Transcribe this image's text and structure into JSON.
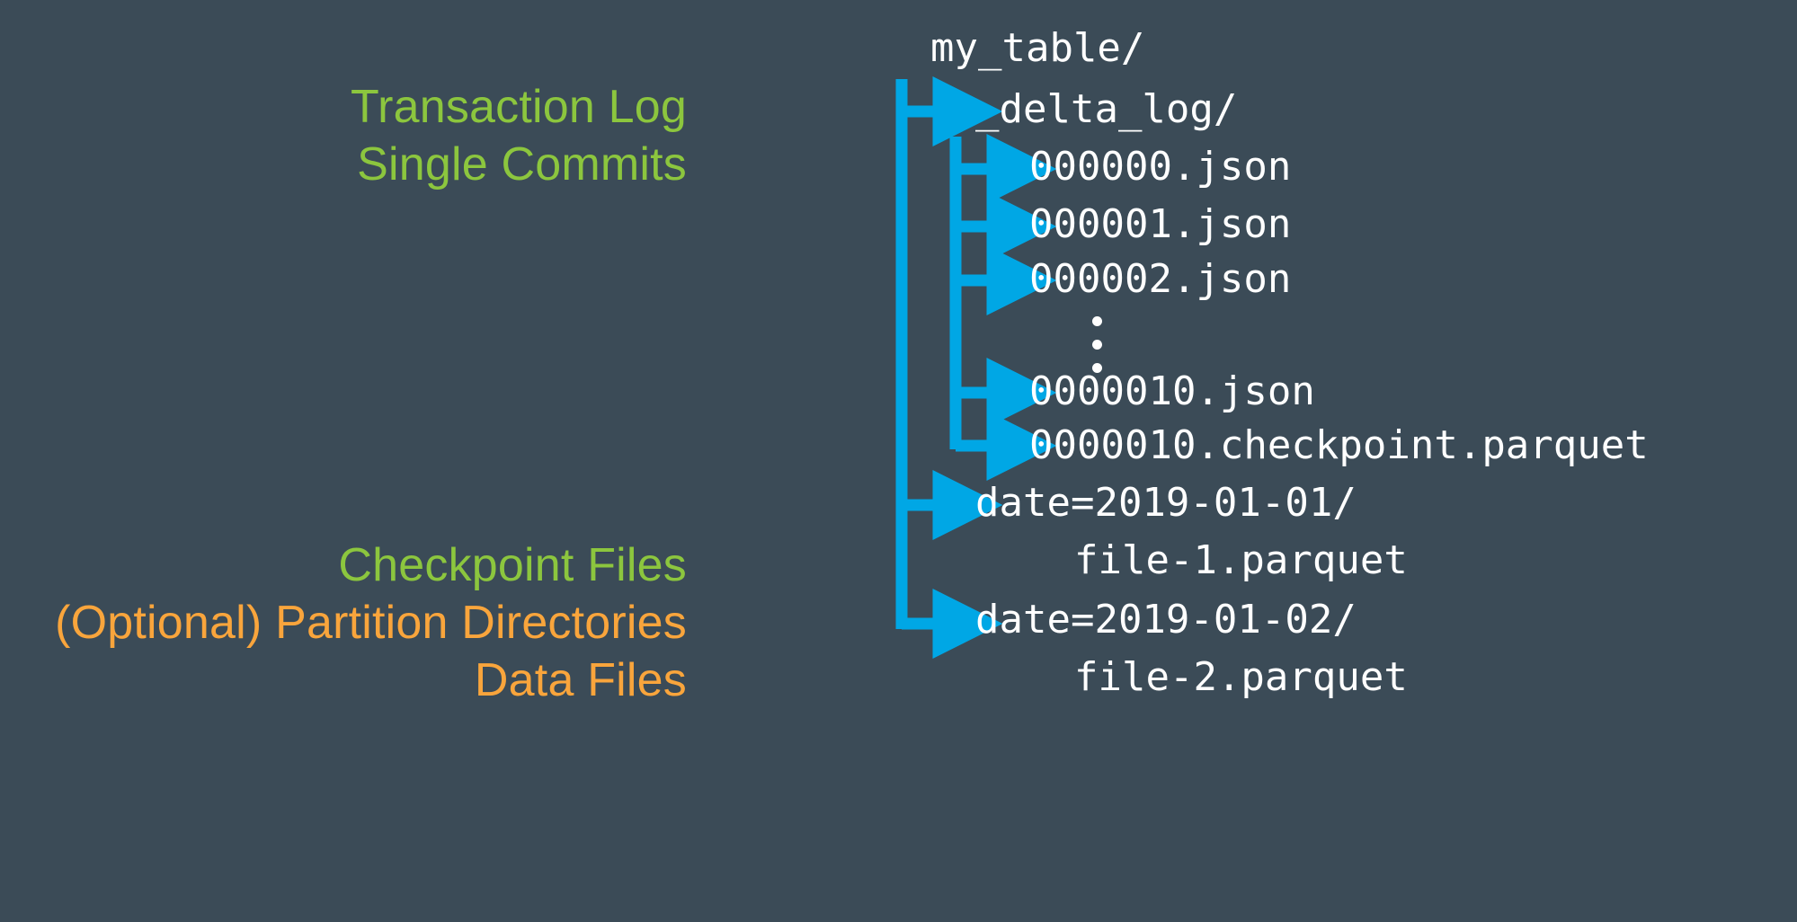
{
  "theme": {
    "background": "#3b4b57",
    "text_color": "#ffffff",
    "green": "#8cc63e",
    "orange": "#f9a53c",
    "connector_blue": "#00a7e5"
  },
  "annotations": {
    "transaction_log": "Transaction Log",
    "single_commits": "Single Commits",
    "checkpoint_files": "Checkpoint Files",
    "partition_directories": "(Optional) Partition Directories",
    "data_files": "Data Files"
  },
  "tree": {
    "root": "my_table/",
    "nodes": [
      {
        "label": "_delta_log/",
        "depth": 1
      },
      {
        "label": "000000.json",
        "depth": 2
      },
      {
        "label": "000001.json",
        "depth": 2
      },
      {
        "label": "000002.json",
        "depth": 2
      },
      {
        "label": "⋮",
        "depth": 3
      },
      {
        "label": "0000010.json",
        "depth": 2
      },
      {
        "label": "0000010.checkpoint.parquet",
        "depth": 2
      },
      {
        "label": "date=2019-01-01/",
        "depth": 1
      },
      {
        "label": "file-1.parquet",
        "depth": 2
      },
      {
        "label": "date=2019-01-02/",
        "depth": 1
      },
      {
        "label": "file-2.parquet",
        "depth": 2
      }
    ]
  },
  "icons": {
    "branch": "tree-branch-arrow-icon",
    "ellipsis": "vertical-ellipsis-icon"
  }
}
